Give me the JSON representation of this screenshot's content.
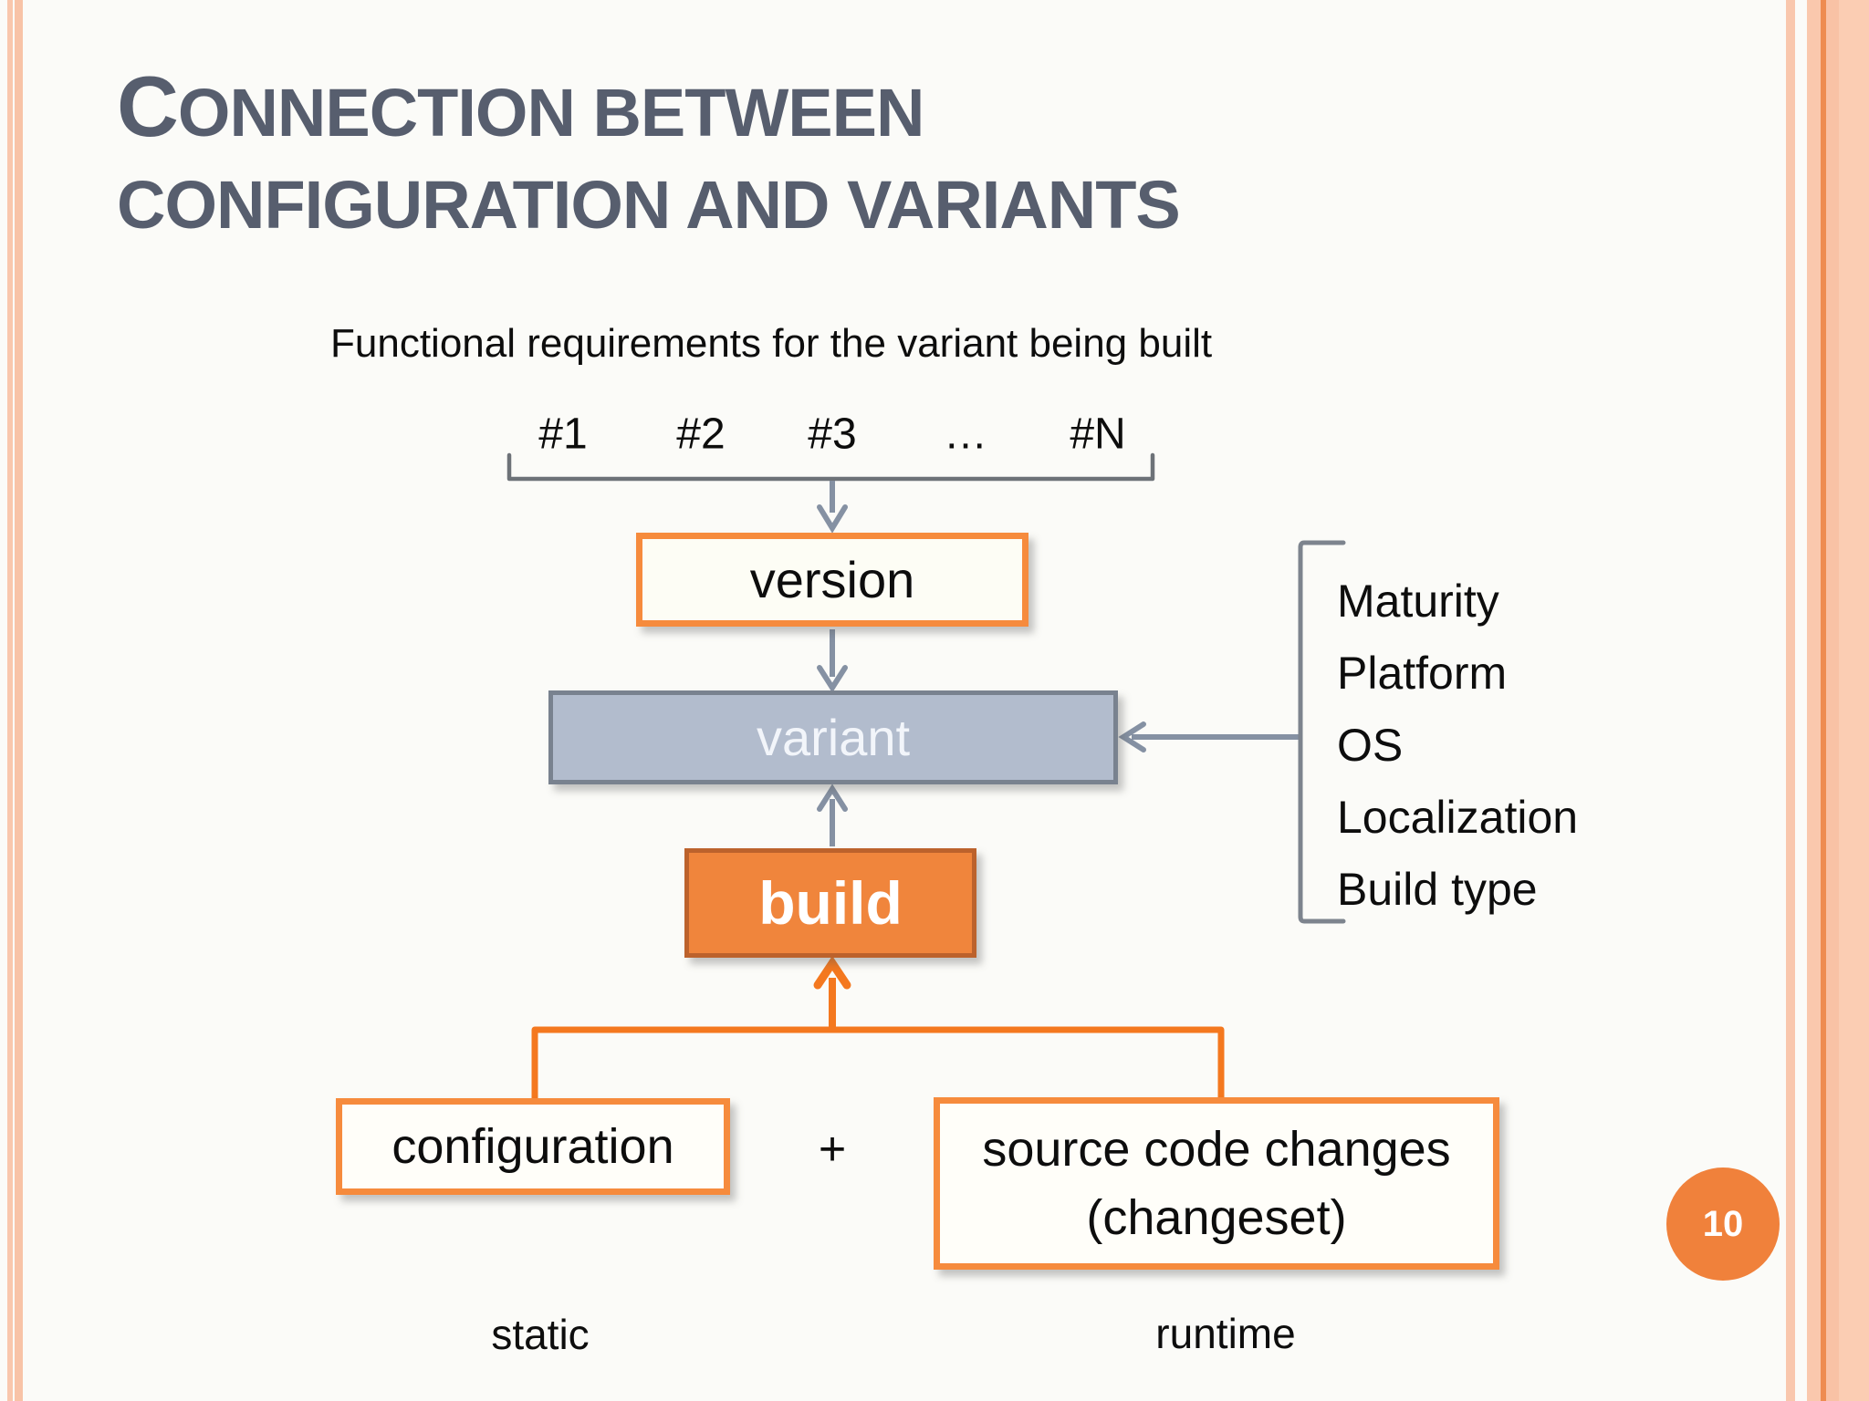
{
  "slide": {
    "title_line1": "CONNECTION BETWEEN",
    "title_line2": "CONFIGURATION AND VARIANTS",
    "subtitle": "Functional requirements for the variant being built",
    "page_number": "10"
  },
  "hash_labels": [
    "#1",
    "#2",
    "#3",
    "…",
    "#N"
  ],
  "boxes": {
    "version": "version",
    "variant": "variant",
    "build": "build",
    "configuration": "configuration",
    "source_line1": "source code changes",
    "source_line2": "(changeset)"
  },
  "plus": "+",
  "footnotes": {
    "static": "static",
    "runtime": "runtime"
  },
  "variant_attributes": [
    "Maturity",
    "Platform",
    "OS",
    "Localization",
    "Build type"
  ],
  "colors": {
    "title_gray": "#575e6e",
    "accent_orange": "#f47c22",
    "box_border_orange": "#f68b3d",
    "build_fill": "#f0853c",
    "build_border": "#bc622c",
    "variant_fill": "#b2bccd",
    "variant_border": "#79828f",
    "arrow_blue_gray": "#8591a3",
    "bracket_gray": "#6d7278",
    "stripe_peach": "#f9c7ad",
    "page_circle_orange": "#f0813b"
  }
}
